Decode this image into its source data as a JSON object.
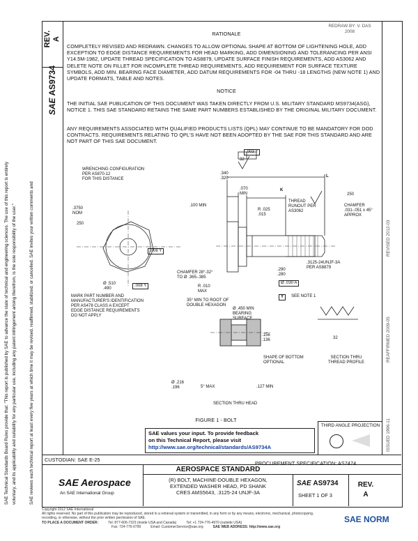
{
  "left_margin_notes": [
    "SAE Technical Standards Board Rules provide that: \"This report is published by SAE to advance the state of technical and engineering sciences. The use of this report is entirely",
    "voluntary, and its applicability and suitability for any particular use, including any patent infringement arising therefrom, is the sole responsibility of the user.\"",
    "SAE reviews each technical report at least every five years at which time it may be revised, reaffirmed, stabilized, or cancelled. SAE invites your written comments and"
  ],
  "header": {
    "rev_label": "REV.",
    "rev_value": "A",
    "doc_id": "AS9734",
    "sae_mark": "SAE",
    "issued": "REDRAW  BY: V. DAS",
    "issued_date": "2008"
  },
  "rationale": {
    "heading": "RATIONALE",
    "body": "COMPLETELY REVISED AND REDRAWN. CHANGES TO ALLOW OPTIONAL SHAPE AT BOTTOM OF LIGHTENING HOLE, ADD EXCEPTION TO EDGE DISTANCE REQUIREMENTS FOR HEAD MARKING, ADD DIMENSIONING AND TOLERANCING PER ANSI Y14.5M-1982, UPDATE THREAD SPECIFICATION TO AS8879, UPDATE SURFACE FINISH REQUIREMENTS, ADD AS3062 AND DELETE NOTE ON FILLET FOR INCOMPLETE THREAD REQUIREMENTS, ADD REQUIREMENT FOR SURFACE TEXTURE SYMBOLS, ADD MIN. BEARING FACE DIAMETER, ADD DATUM REQUIREMENTS FOR -04 THRU -18 LENGTHS (NEW NOTE 1) AND UPDATE FORMATS, TABLE AND NOTES."
  },
  "notice": {
    "heading": "NOTICE",
    "para1": "THE INITIAL SAE PUBLICATION OF THIS DOCUMENT WAS TAKEN DIRECTLY FROM U.S. MILITARY STANDARD MS9734(ASG), NOTICE 1. THIS SAE STANDARD RETAINS THE SAME PART NUMBERS ESTABLISHED BY THE ORIGINAL MILITARY DOCUMENT.",
    "para2": "ANY REQUIREMENTS ASSOCIATED WITH QUALIFIED PRODUCTS LISTS (QPL) MAY CONTINUE TO BE MANDATORY FOR DOD CONTRACTS. REQUIREMENTS RELATING TO QPL'S HAVE NOT BEEN ADOPTED BY THE SAE FOR THIS STANDARD AND ARE NOT PART OF THIS SAE DOCUMENT."
  },
  "drawing": {
    "labels": {
      "wrenching": "WRENCHING CONFIGURATION\nPER AS870-12\nFOR THIS DISTANCE",
      "dim_375": ".3750\nNOM",
      "fin_250": "250",
      "fin_32": "32",
      "dim_340": ".340\n.320",
      "dim_070": ".070\nMIN",
      "dim_100": ".100 MIN",
      "k": "K",
      "l": "L",
      "r_025": "R .025\n.015",
      "thread_runout": "THREAD\nRUNOUT PER\nAS3062",
      "chamfer1": "CHAMFER\n.031-.051 x 45°\nAPPROX",
      "fin_250b": "250",
      "tol_003": ".003 Y",
      "tol_008": ".008 Y",
      "dia_510": "Ø .510\n.490",
      "tol_008b": ".008 Y",
      "chamfer2": "CHAMFER 28°-32°\nTO Ø .365-.385",
      "r_010": "R .010\nMAX",
      "dim_290": ".290\n.280",
      "thread": ".3125-24UNJF-3A\nPER AS8879",
      "tol_030": "Ø .030 A",
      "datum_y": "Y",
      "see_note": "SEE NOTE 1",
      "mark_part": "MARK PART NUMBER AND\nMANUFACTURER'S IDENTIFICATION\nPER AS478 CLASS A EXCEPT\nEDGE DISTANCE REQUIREMENTS\nDO NOT APPLY",
      "min_root": "35° MIN TO ROOT OF\nDOUBLE HEXAGON",
      "bearing": "Ø .450 MIN\nBEARING\nSURFACE",
      "dim_156": ".156\n.136",
      "shape_bottom": "SHAPE OF BOTTOM\nOPTIONAL",
      "dia_216": "Ø .216\n.196",
      "deg_5": "5° MAX",
      "dim_127": ".127 MIN",
      "section_head": "SECTION THRU HEAD",
      "section_thread": "SECTION THRU\nTHREAD PROFILE",
      "fin_32c": "32"
    },
    "figure_caption": "FIGURE 1 - BOLT"
  },
  "feedback": {
    "line1": "SAE values your input. To provide feedback",
    "line2": "on this Technical Report, please visit",
    "link": "http://www.sae.org/technical/standards/AS9734A"
  },
  "projection_label": "THIRD ANGLE PROJECTION",
  "right_strip": {
    "revised": "REVISED 2012-03",
    "reaffirmed": "REAFFIRMED 2009-05",
    "issued": "ISSUED 1996-11"
  },
  "title_block": {
    "custodian": "CUSTODIAN: SAE E-25",
    "procurement": "PROCUREMENT SPECIFICATION: AS7474",
    "brand": "SAE Aerospace",
    "brand_sub": "An SAE International Group",
    "standard_heading": "AEROSPACE STANDARD",
    "title_line1": "(R) BOLT, MACHINE-DOUBLE HEXAGON,",
    "title_line2": "EXTENDED WASHER HEAD, PD SHANK",
    "title_line3": "CRES AMS5643, .3125-24 UNJF-3A",
    "sae_small": "SAE",
    "number": "AS9734",
    "sheet": "SHEET 1 OF 3",
    "rev_label": "REV.",
    "rev_value": "A"
  },
  "footer": {
    "copyright": "Copyright 2012 SAE International",
    "rights": "All rights reserved. No part of this publication may be reproduced, stored in a retrieval system or transmitted, in any form or by any means, electronic, mechanical, photocopying,",
    "rights2": "recording, or otherwise, without the prior written permission of SAE.",
    "order": "TO PLACE A DOCUMENT ORDER:",
    "tel": "Tel:  877-606-7323 (inside USA and Canada)",
    "tel2": "Tel: +1 724-776-4970 (outside USA)",
    "fax": "Fax: 724-776-0790",
    "email": "Email: CustomerService@sae.org",
    "web": "SAE WEB ADDRESS:  http://www.sae.org"
  },
  "watermark": "SAE NORM"
}
